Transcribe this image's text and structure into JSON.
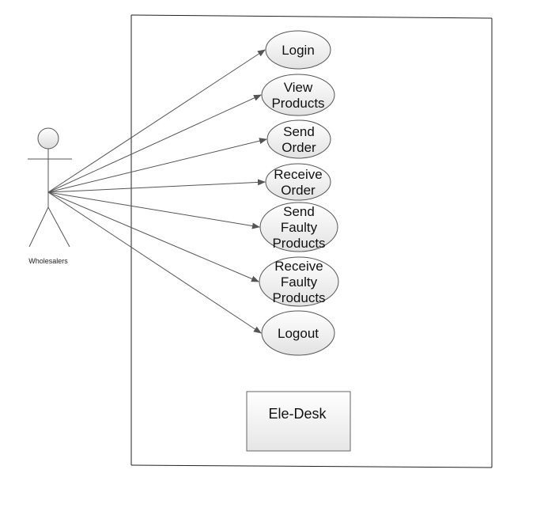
{
  "actor": {
    "name": "Wholesalers"
  },
  "use_cases": [
    {
      "id": "login",
      "lines": [
        "Login"
      ]
    },
    {
      "id": "view-products",
      "lines": [
        "View",
        "Products"
      ]
    },
    {
      "id": "send-order",
      "lines": [
        "Send",
        "Order"
      ]
    },
    {
      "id": "receive-order",
      "lines": [
        "Receive",
        "Order"
      ]
    },
    {
      "id": "send-faulty-products",
      "lines": [
        "Send",
        "Faulty",
        "Products"
      ]
    },
    {
      "id": "receive-faulty-products",
      "lines": [
        "Receive",
        "Faulty",
        "Products"
      ]
    },
    {
      "id": "logout",
      "lines": [
        "Logout"
      ]
    }
  ],
  "system": {
    "name": "Ele-Desk"
  },
  "colors": {
    "line": "#555555",
    "ellipse_fill_top": "#ffffff",
    "ellipse_fill_bottom": "#e2e2e2",
    "ellipse_stroke": "#555555",
    "boundary": "#222222"
  }
}
